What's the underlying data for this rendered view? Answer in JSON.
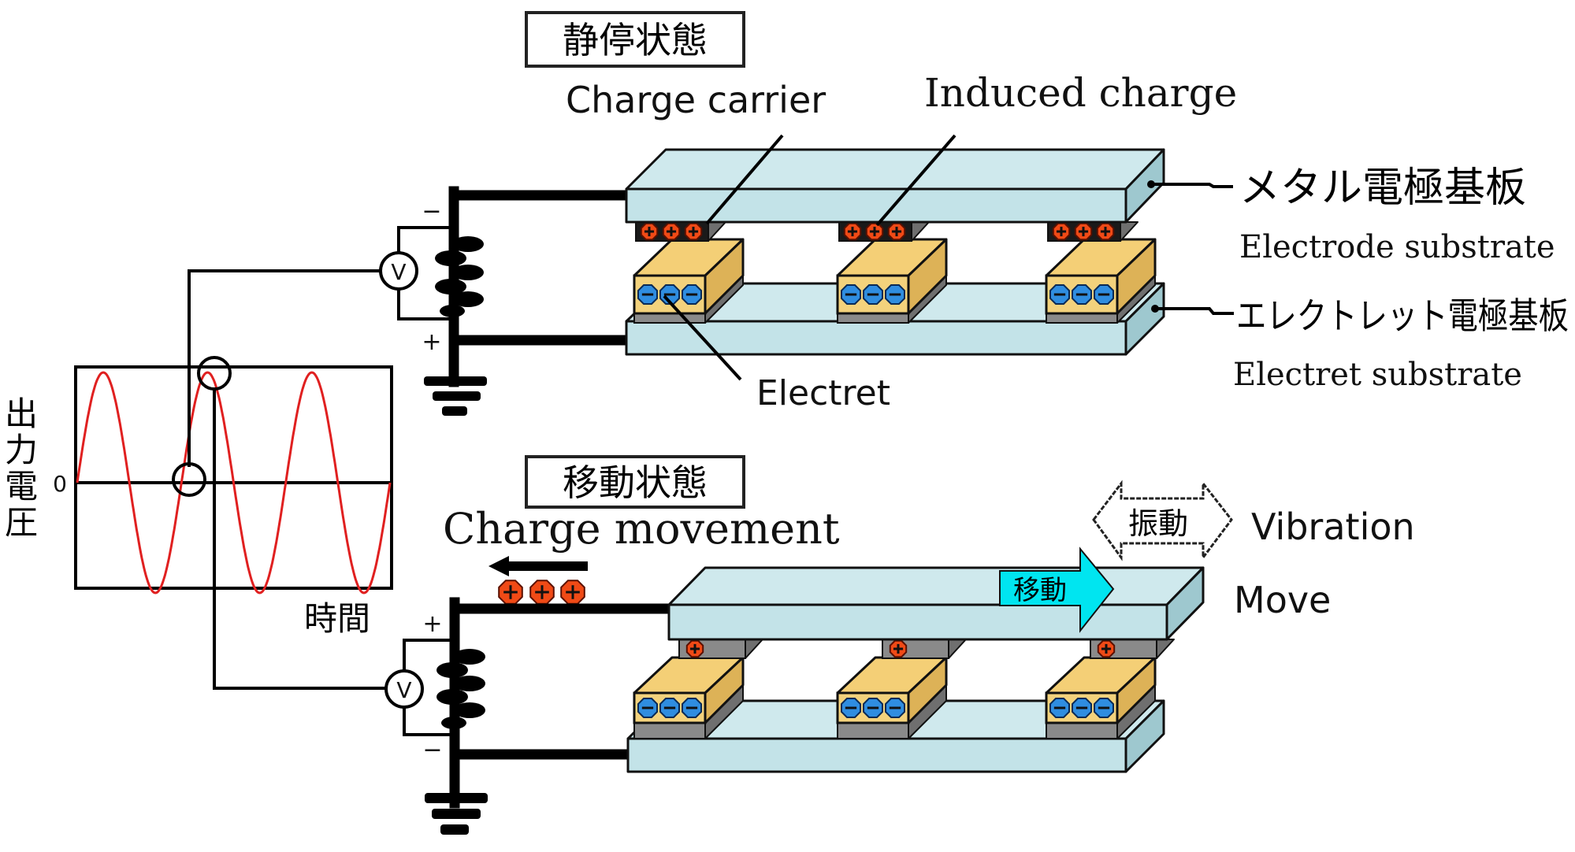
{
  "top_state": {
    "title": "静停状態",
    "labels": {
      "charge_carrier": "Charge carrier",
      "induced_charge": "Induced charge",
      "electret": "Electret"
    }
  },
  "right_labels": {
    "metal_jp": "メタル電極基板",
    "metal_en": "Electrode substrate",
    "electret_jp": "エレクトレット電極基板",
    "electret_en": "Electret substrate"
  },
  "bottom_state": {
    "title": "移動状態",
    "charge_movement": "Charge movement",
    "vibration_jp": "振動",
    "vibration_en": "Vibration",
    "move_jp": "移動",
    "move_en": "Move"
  },
  "scope": {
    "y_axis_label": "出力電圧",
    "x_axis_label": "時間",
    "zero_label": "0",
    "waveform": "sine",
    "cycles_shown": 3,
    "trace_color": "#e02020"
  },
  "circuit": {
    "top_polarity": {
      "upper": "−",
      "lower": "+"
    },
    "bottom_polarity": {
      "upper": "+",
      "lower": "−"
    },
    "meter_symbol": "V"
  },
  "colors": {
    "plate": "#c3e3e8",
    "electret": "#f3d27c",
    "negative_charge": "#2f8de0",
    "positive_charge": "#f04a16",
    "move_arrow": "#00e5f0"
  }
}
